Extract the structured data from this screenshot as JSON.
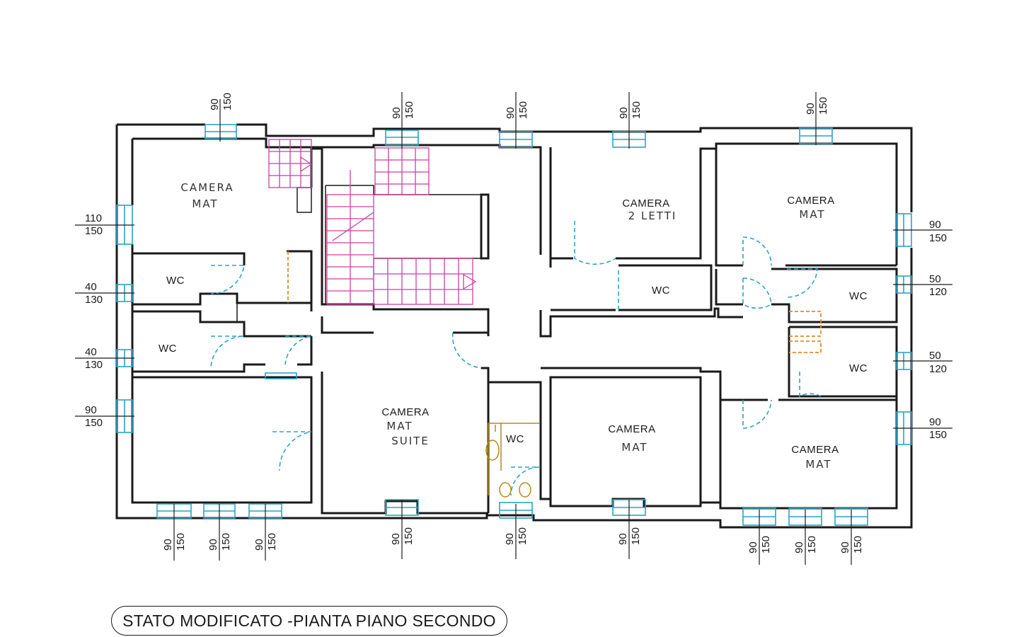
{
  "plan": {
    "title": "STATO MODIFICATO -PIANTA PIANO SECONDO",
    "rooms": [
      {
        "type": "CAMERA",
        "note": "MAT"
      },
      {
        "type": "WC"
      },
      {
        "type": "WC"
      },
      {
        "type": "CAMERA",
        "note": "MAT",
        "note2": "SUITE"
      },
      {
        "type": "WC"
      },
      {
        "type": "CAMERA",
        "note": "2 LETTI"
      },
      {
        "type": "WC"
      },
      {
        "type": "CAMERA",
        "note": "MAT"
      },
      {
        "type": "WC"
      },
      {
        "type": "WC"
      },
      {
        "type": "CAMERA",
        "note": "MAT"
      },
      {
        "type": "CAMERA",
        "note": "MAT"
      }
    ],
    "window_dims": {
      "top": [
        {
          "a": "90",
          "b": "150"
        },
        {
          "a": "90",
          "b": "150"
        },
        {
          "a": "90",
          "b": "150"
        },
        {
          "a": "90",
          "b": "150"
        },
        {
          "a": "90",
          "b": "150"
        }
      ],
      "left": [
        {
          "a": "110",
          "b": "150"
        },
        {
          "a": "40",
          "b": "130"
        },
        {
          "a": "40",
          "b": "130"
        },
        {
          "a": "90",
          "b": "150"
        }
      ],
      "right": [
        {
          "a": "90",
          "b": "150"
        },
        {
          "a": "50",
          "b": "120"
        },
        {
          "a": "50",
          "b": "120"
        },
        {
          "a": "90",
          "b": "150"
        }
      ],
      "bottom": [
        {
          "a": "90",
          "b": "150"
        },
        {
          "a": "90",
          "b": "150"
        },
        {
          "a": "90",
          "b": "150"
        },
        {
          "a": "90",
          "b": "150"
        },
        {
          "a": "90",
          "b": "150"
        },
        {
          "a": "90",
          "b": "150"
        },
        {
          "a": "90",
          "b": "150"
        },
        {
          "a": "90",
          "b": "150"
        },
        {
          "a": "90",
          "b": "150"
        }
      ]
    }
  }
}
